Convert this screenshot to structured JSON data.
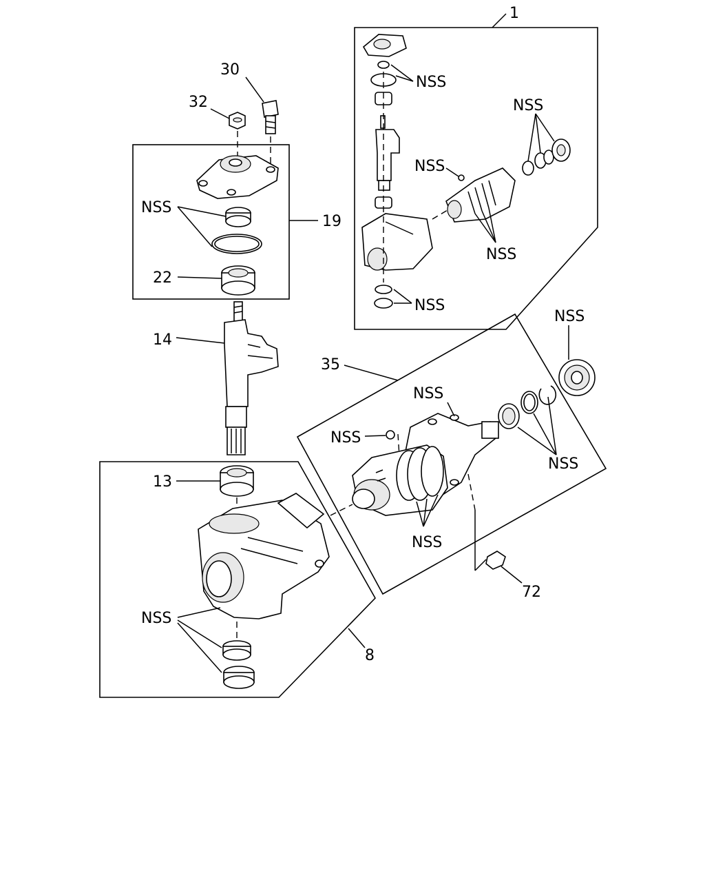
{
  "diagram": {
    "labels": {
      "l1": "1",
      "l8": "8",
      "l13": "13",
      "l14": "14",
      "l19": "19",
      "l22": "22",
      "l30": "30",
      "l32": "32",
      "l35": "35",
      "l72": "72",
      "nss": "NSS"
    }
  }
}
